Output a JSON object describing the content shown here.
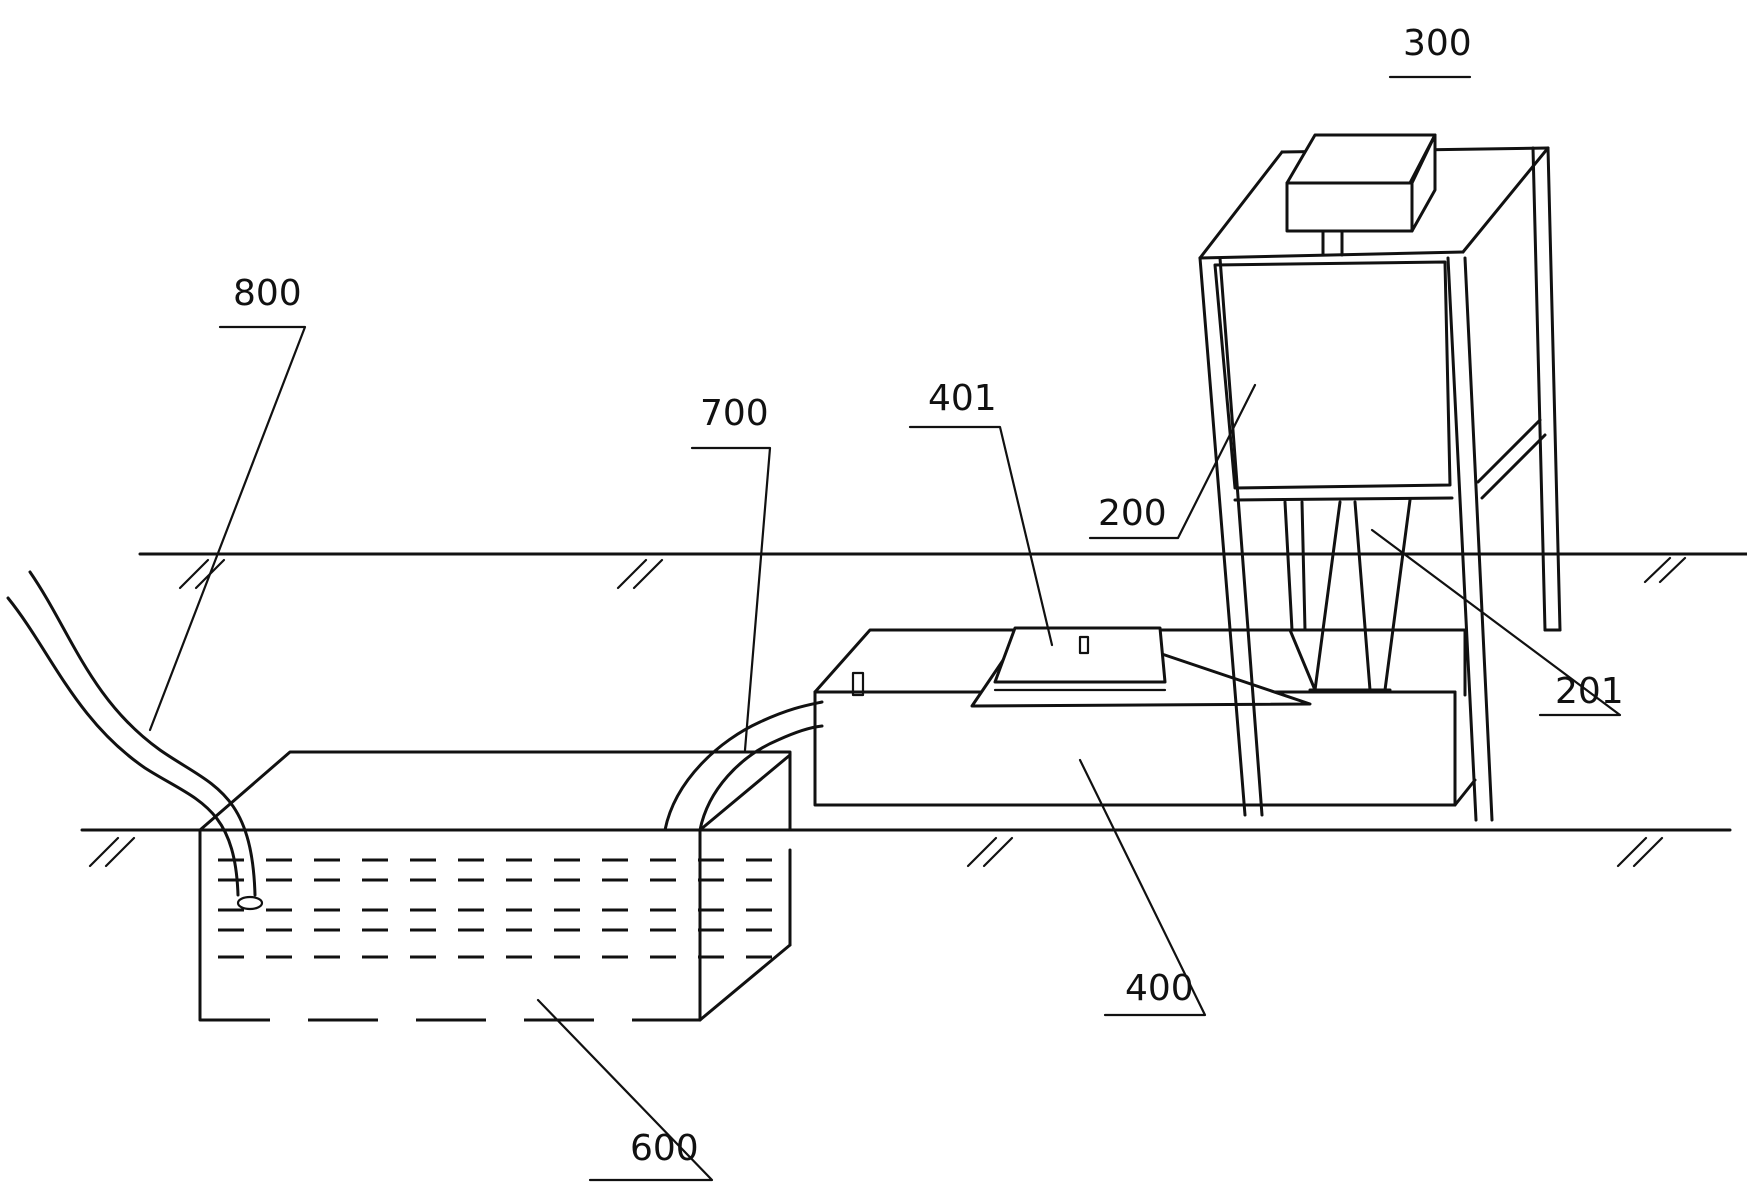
{
  "labels": {
    "l300": "300",
    "l800": "800",
    "l700": "700",
    "l401": "401",
    "l200": "200",
    "l201": "201",
    "l400": "400",
    "l600": "600"
  }
}
